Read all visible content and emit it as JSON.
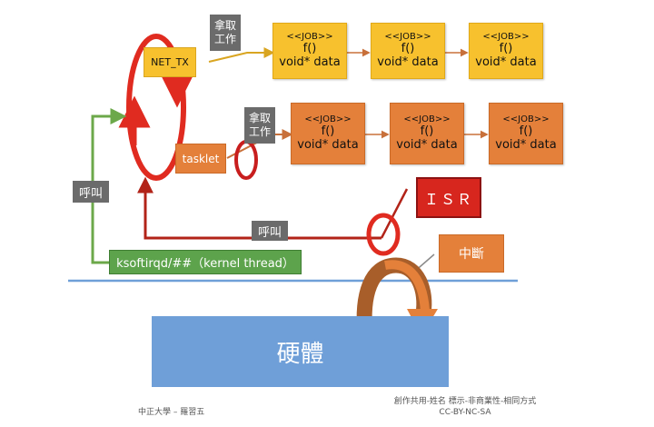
{
  "nodes": {
    "net_tx": "NET_TX",
    "tasklet": "tasklet",
    "ksoftirqd": "ksoftirqd/##（kernel thread）",
    "isr": "ＩＳＲ",
    "interrupt": "中斷",
    "hardware": "硬體"
  },
  "labels": {
    "take_work_1": "拿取\n工作",
    "take_work_2": "拿取\n工作",
    "call_1": "呼叫",
    "call_2": "呼叫"
  },
  "job_tag": "<<JOB>>",
  "job_func": "f()",
  "job_arg": "void* data",
  "jobs_row1": 3,
  "jobs_row2": 3,
  "footer": {
    "left": "中正大學 – 羅習五",
    "right_line1": "創作共用-姓名  標示-非商業性-相同方式",
    "right_line2": "CC-BY-NC-SA"
  },
  "colors": {
    "job_yellow": "#f7c12e",
    "job_orange": "#e4803a",
    "ring_red": "#e02b20",
    "call_green": "#6ca84a",
    "ksoftirqd_green": "#5da34c",
    "isr_red": "#d7261e",
    "interrupt_orange": "#e4803a",
    "hardware_blue": "#6f9fd8",
    "label_gray": "#6b6b6b"
  }
}
